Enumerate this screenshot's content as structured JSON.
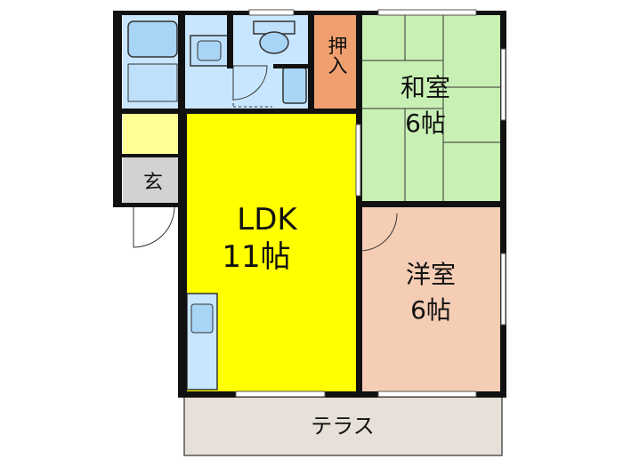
{
  "rooms": {
    "ldk": {
      "name": "LDK",
      "size": "11帖"
    },
    "washitsu": {
      "name": "和室",
      "size": "6帖"
    },
    "youshitsu": {
      "name": "洋室",
      "size": "6帖"
    },
    "genkan": {
      "name": "玄"
    },
    "oshiire": {
      "name": "押入"
    },
    "terrace": {
      "name": "テラス"
    }
  },
  "colors": {
    "ldk": "#ffff00",
    "washitsu": "#c8f0b4",
    "youshitsu": "#f5cdb4",
    "oshiire": "#f0a06e",
    "storage": "#ffff96",
    "genkan": "#d2d2d2",
    "wet_area": "#c8e6ff",
    "terrace": "#e6e0d8",
    "wall": "#111111"
  }
}
